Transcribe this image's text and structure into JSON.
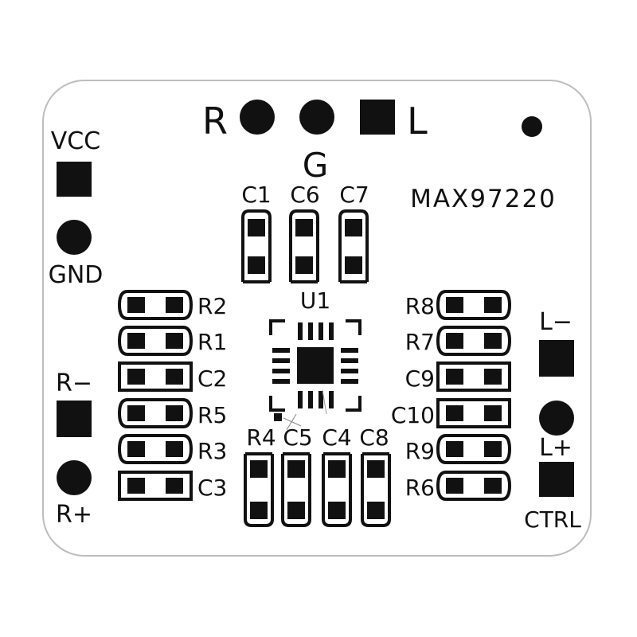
{
  "board": {
    "part_number": "MAX97220",
    "colors": {
      "ink": "#111111",
      "board": "#ffffff",
      "outline": "#bdbdbd"
    }
  },
  "top_header": {
    "left_label": "R",
    "right_label": "L",
    "ground_label": "G"
  },
  "left_connectors": {
    "vcc": "VCC",
    "gnd": "GND",
    "r_minus": "R−",
    "r_plus": "R+"
  },
  "right_connectors": {
    "l_minus": "L−",
    "l_plus": "L+",
    "ctrl": "CTRL"
  },
  "top_caps": [
    "C1",
    "C6",
    "C7"
  ],
  "ic": {
    "ref": "U1"
  },
  "left_column": [
    "R2",
    "R1",
    "C2",
    "R5",
    "R3",
    "C3"
  ],
  "right_column": [
    "R8",
    "R7",
    "C9",
    "C10",
    "R9",
    "R6"
  ],
  "bottom_caps": [
    "R4",
    "C5",
    "C4",
    "C8"
  ]
}
